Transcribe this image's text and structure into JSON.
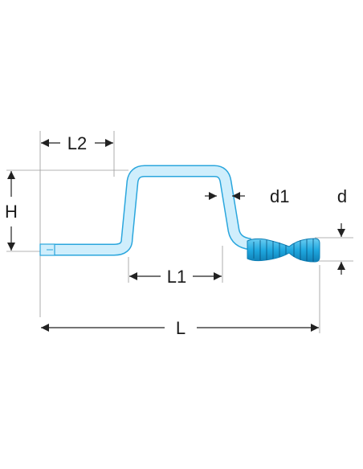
{
  "labels": {
    "L2": "L2",
    "H": "H",
    "L1": "L1",
    "d1": "d1",
    "d": "d",
    "L": "L"
  },
  "colors": {
    "rod_fill": "#cfeefc",
    "rod_stroke": "#2aa6dd",
    "handle_fill": "#1fa8e0",
    "handle_stripe": "#0a4f7a",
    "dimension_line": "#222222",
    "extension_line": "#9a9a9a"
  }
}
